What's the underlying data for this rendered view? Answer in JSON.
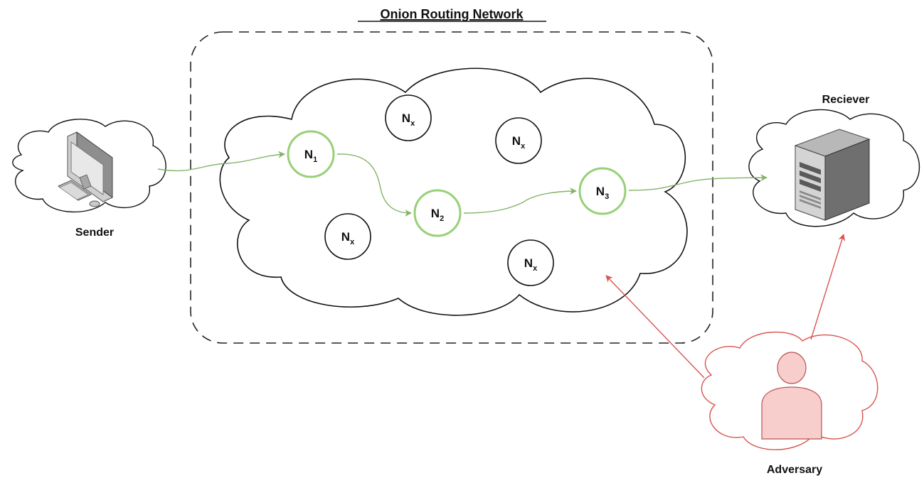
{
  "title": "Onion Routing Network",
  "sender": {
    "label": "Sender"
  },
  "receiver": {
    "label": "Reciever"
  },
  "adversary": {
    "label": "Adversary"
  },
  "path_nodes": [
    {
      "base": "N",
      "sub": "1"
    },
    {
      "base": "N",
      "sub": "2"
    },
    {
      "base": "N",
      "sub": "3"
    }
  ],
  "other_nodes": [
    {
      "base": "N",
      "sub": "x"
    },
    {
      "base": "N",
      "sub": "x"
    },
    {
      "base": "N",
      "sub": "x"
    },
    {
      "base": "N",
      "sub": "x"
    }
  ],
  "colors": {
    "path": "#82b366",
    "path_node_stroke": "#97d077",
    "adversary": "#d9534f",
    "adversary_fill": "#f8cecc",
    "outline": "#000000"
  }
}
